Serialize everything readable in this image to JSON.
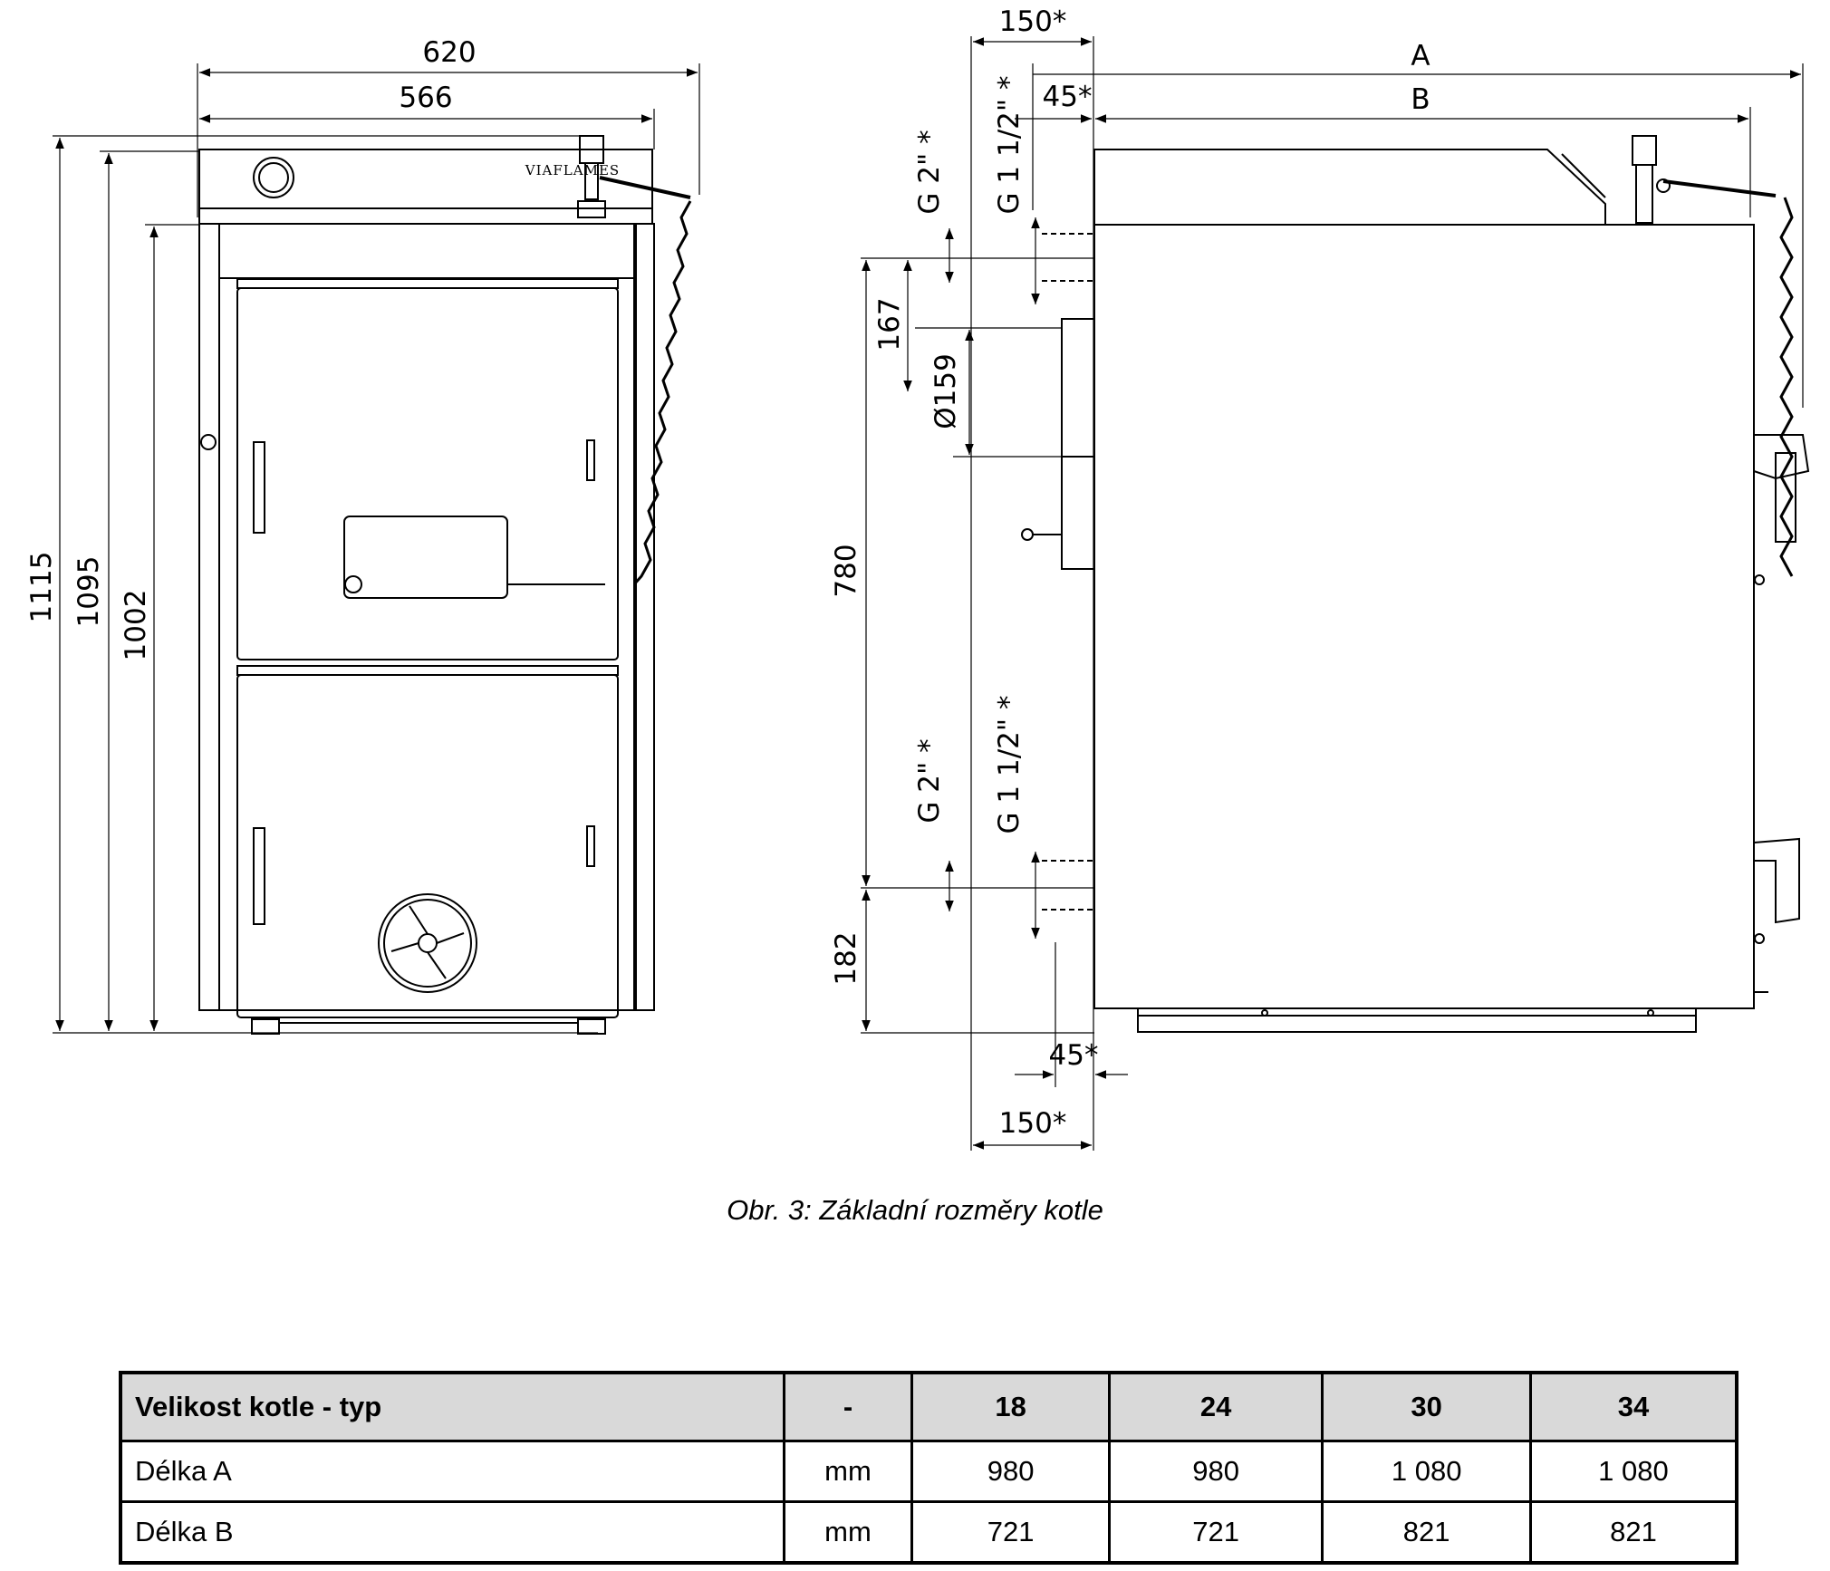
{
  "figure": {
    "front_view": {
      "width_dims": [
        "620",
        "566"
      ],
      "height_dims": [
        "1115",
        "1095",
        "1002"
      ],
      "brand_label": "VIAFLAMES"
    },
    "side_view": {
      "length_dims": [
        "A",
        "B"
      ],
      "offsets": [
        "150*",
        "45*",
        "45*",
        "150*"
      ],
      "connections": [
        "G 2\" *",
        "G 1 1/2\" *",
        "G 2\" *",
        "G 1 1/2\" *"
      ],
      "vertical_dims": [
        "167",
        "Ø159",
        "780",
        "182"
      ]
    }
  },
  "caption": "Obr. 3: Základní rozměry kotle",
  "table": {
    "headers": [
      "Velikost kotle - typ",
      "-",
      "18",
      "24",
      "30",
      "34"
    ],
    "rows": [
      [
        "Délka A",
        "mm",
        "980",
        "980",
        "1 080",
        "1 080"
      ],
      [
        "Délka B",
        "mm",
        "721",
        "721",
        "821",
        "821"
      ]
    ]
  }
}
